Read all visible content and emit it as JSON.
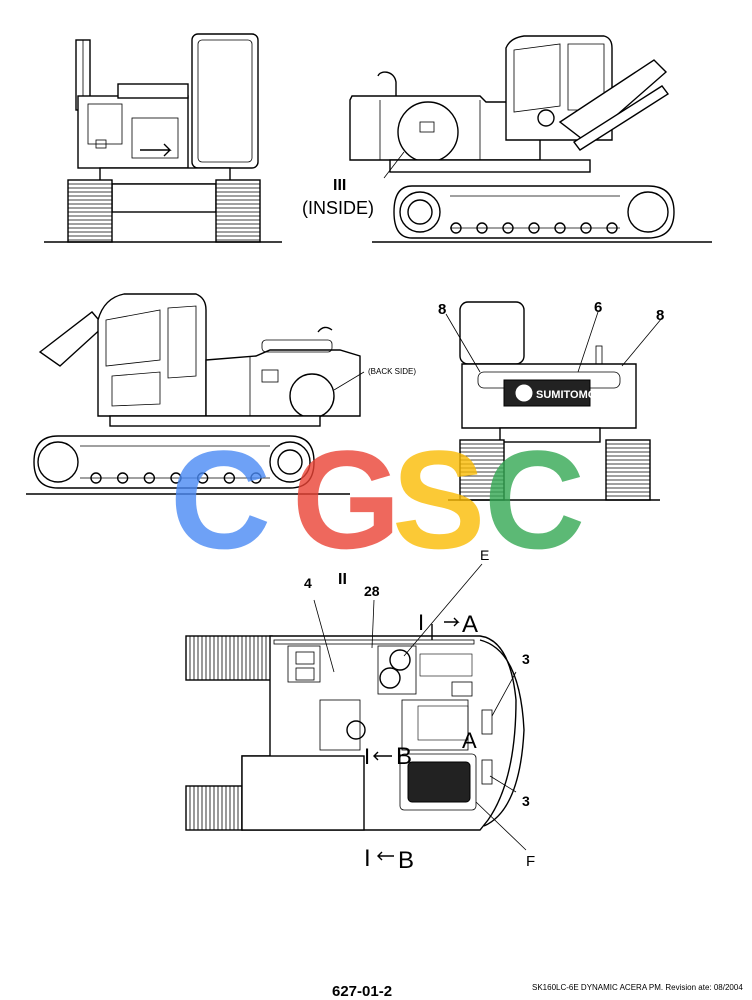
{
  "labels": {
    "roman_three": "III",
    "inside": "(INSIDE)",
    "back_side": "(BACK SIDE)",
    "callout_8_left": "8",
    "callout_6": "6",
    "callout_8_right": "8",
    "logo_text": "SUMITOMO",
    "view_two": "II",
    "callout_28": "28",
    "callout_4": "4",
    "callout_E": "E",
    "section_A_top": "I",
    "section_A_top_letter": "A",
    "section_A_mid": "A",
    "section_B_mid": "I",
    "section_B_mid_letter": "B",
    "callout_3_top": "3",
    "callout_3_bottom": "3",
    "section_B_bottom": "I",
    "section_B_bottom_letter": "B",
    "callout_F": "F"
  },
  "footer": {
    "page_number": "627-01-2",
    "revision_note": "SK160LC-6E DYNAMIC ACERA PM. Revision ate: 08/2004"
  },
  "watermark": {
    "letters": [
      "C",
      "G",
      "S",
      "C"
    ],
    "colors": [
      "#4a8af4",
      "#ea4335",
      "#fbbc05",
      "#34a853"
    ]
  }
}
